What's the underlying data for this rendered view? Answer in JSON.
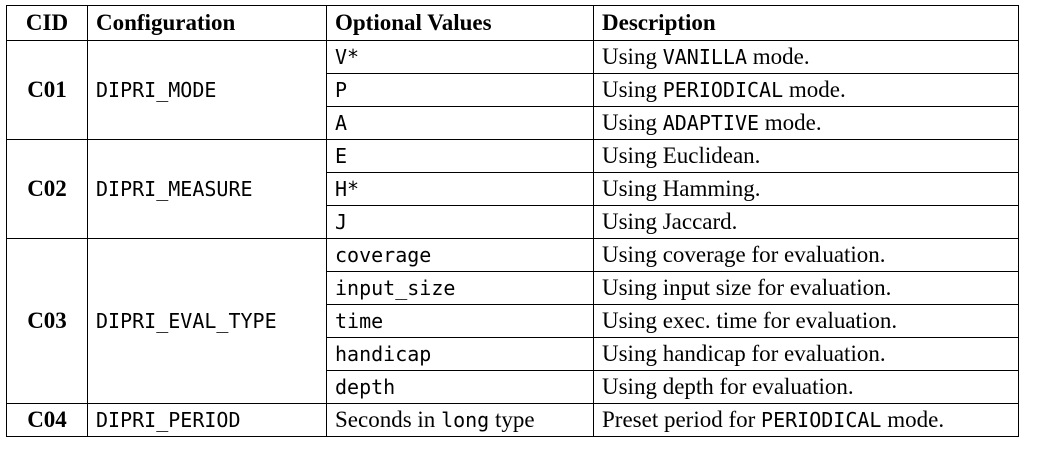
{
  "headers": {
    "cid": "CID",
    "configuration": "Configuration",
    "optional_values": "Optional Values",
    "description": "Description"
  },
  "rows": [
    {
      "cid": "C01",
      "config": "DIPRI_MODE",
      "options": [
        {
          "value": "V*",
          "desc_pre": "Using ",
          "desc_code": "VANILLA",
          "desc_post": " mode."
        },
        {
          "value": "P",
          "desc_pre": "Using ",
          "desc_code": "PERIODICAL",
          "desc_post": " mode."
        },
        {
          "value": "A",
          "desc_pre": "Using ",
          "desc_code": "ADAPTIVE",
          "desc_post": " mode."
        }
      ]
    },
    {
      "cid": "C02",
      "config": "DIPRI_MEASURE",
      "options": [
        {
          "value": "E",
          "desc": "Using Euclidean."
        },
        {
          "value": "H*",
          "desc": "Using Hamming."
        },
        {
          "value": "J",
          "desc": "Using Jaccard."
        }
      ]
    },
    {
      "cid": "C03",
      "config": "DIPRI_EVAL_TYPE",
      "options": [
        {
          "value": "coverage",
          "desc": "Using coverage for evaluation."
        },
        {
          "value": "input_size",
          "desc": "Using input size for evaluation."
        },
        {
          "value": "time",
          "desc": "Using exec. time for evaluation."
        },
        {
          "value": "handicap",
          "desc": "Using handicap for evaluation."
        },
        {
          "value": "depth",
          "desc": "Using depth for evaluation."
        }
      ]
    },
    {
      "cid": "C04",
      "config": "DIPRI_PERIOD",
      "options": [
        {
          "value_pre": "Seconds in ",
          "value_code": "long",
          "value_post": " type",
          "desc_pre": "Preset period for ",
          "desc_code": "PERIODICAL",
          "desc_post": " mode."
        }
      ]
    }
  ]
}
